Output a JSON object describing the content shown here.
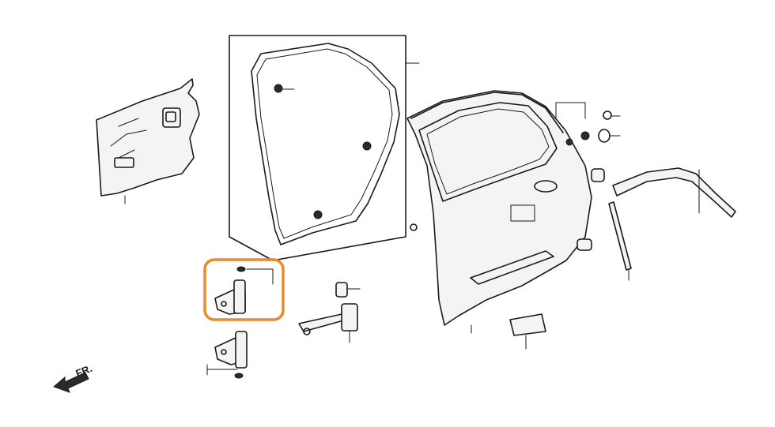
{
  "diagram": {
    "front_arrow_label": "FR.",
    "highlight_color": "#e98a2f",
    "line_color": "#1a1a1a",
    "parts": [
      {
        "name": "door-liner-panel",
        "icon": "panel-icon"
      },
      {
        "name": "door-weatherstrip",
        "icon": "seal-icon"
      },
      {
        "name": "upper-door-hinge",
        "icon": "hinge-icon",
        "highlighted": true
      },
      {
        "name": "lower-door-hinge",
        "icon": "hinge-icon"
      },
      {
        "name": "door-checker",
        "icon": "checker-icon"
      },
      {
        "name": "rear-door-panel",
        "icon": "door-icon"
      },
      {
        "name": "door-molding",
        "icon": "molding-icon"
      },
      {
        "name": "door-sash-tape",
        "icon": "tape-icon"
      },
      {
        "name": "door-clip",
        "icon": "clip-icon"
      },
      {
        "name": "door-bumper",
        "icon": "bumper-icon"
      },
      {
        "name": "door-seal-strip",
        "icon": "strip-icon"
      }
    ]
  }
}
